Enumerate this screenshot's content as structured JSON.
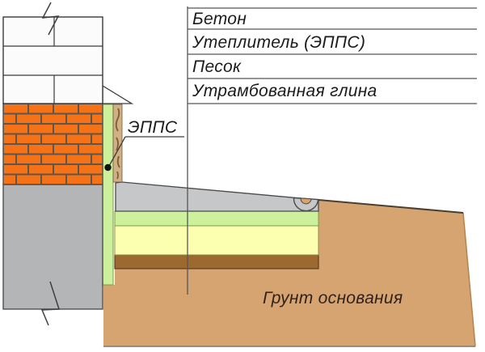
{
  "legend": {
    "items": [
      {
        "label": "Бетон"
      },
      {
        "label": "Утеплитель (ЭППС)"
      },
      {
        "label": "Песок"
      },
      {
        "label": "Утрамбованная глина"
      }
    ]
  },
  "callouts": {
    "wall_insulation": "ЭППС",
    "base_soil": "Грунт основания"
  },
  "colors": {
    "brick": "#f57216",
    "mortar": "#5d564e",
    "block_white": "#fbfbfb",
    "foundation_gray": "#b4b5b7",
    "concrete_gray": "#c6c7c9",
    "insulation_green": "#cdf09c",
    "sand_yellow": "#fdffb0",
    "clay_brown": "#9c6a31",
    "soil_tan": "#d5a471",
    "wood_tan": "#d0b184",
    "flashing_white": "#fdfdfd",
    "dot_black": "#111111"
  }
}
